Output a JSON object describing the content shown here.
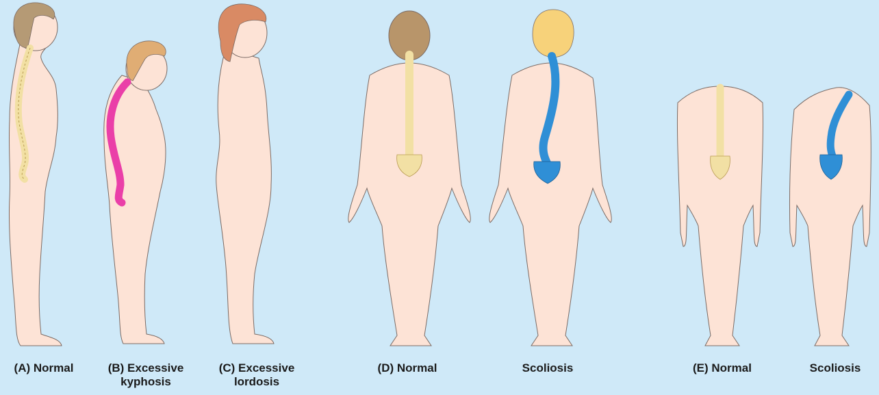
{
  "background": "#cfe9f8",
  "colors": {
    "skin": "#fde3d6",
    "skin_outline": "#7a6a64",
    "spine_normal": "#f2e0a4",
    "spine_kyphosis": "#ea3fa8",
    "spine_scoliosis": "#2f8fd6",
    "hair_a": "#b59a75",
    "hair_b": "#e0ad74",
    "hair_c": "#d98a64",
    "hair_d": "#b8956a",
    "hair_d2": "#f7d27a"
  },
  "figures": {
    "a": {
      "label_line1": "(A) Normal",
      "label_line2": ""
    },
    "b": {
      "label_line1": "(B) Excessive",
      "label_line2": "kyphosis"
    },
    "c": {
      "label_line1": "(C) Excessive",
      "label_line2": "lordosis"
    },
    "d_normal": {
      "label_line1": "(D) Normal"
    },
    "d_scoliosis": {
      "label_line1": "Scoliosis"
    },
    "e_normal": {
      "label_line1": "(E) Normal"
    },
    "e_scoliosis": {
      "label_line1": "Scoliosis"
    }
  }
}
